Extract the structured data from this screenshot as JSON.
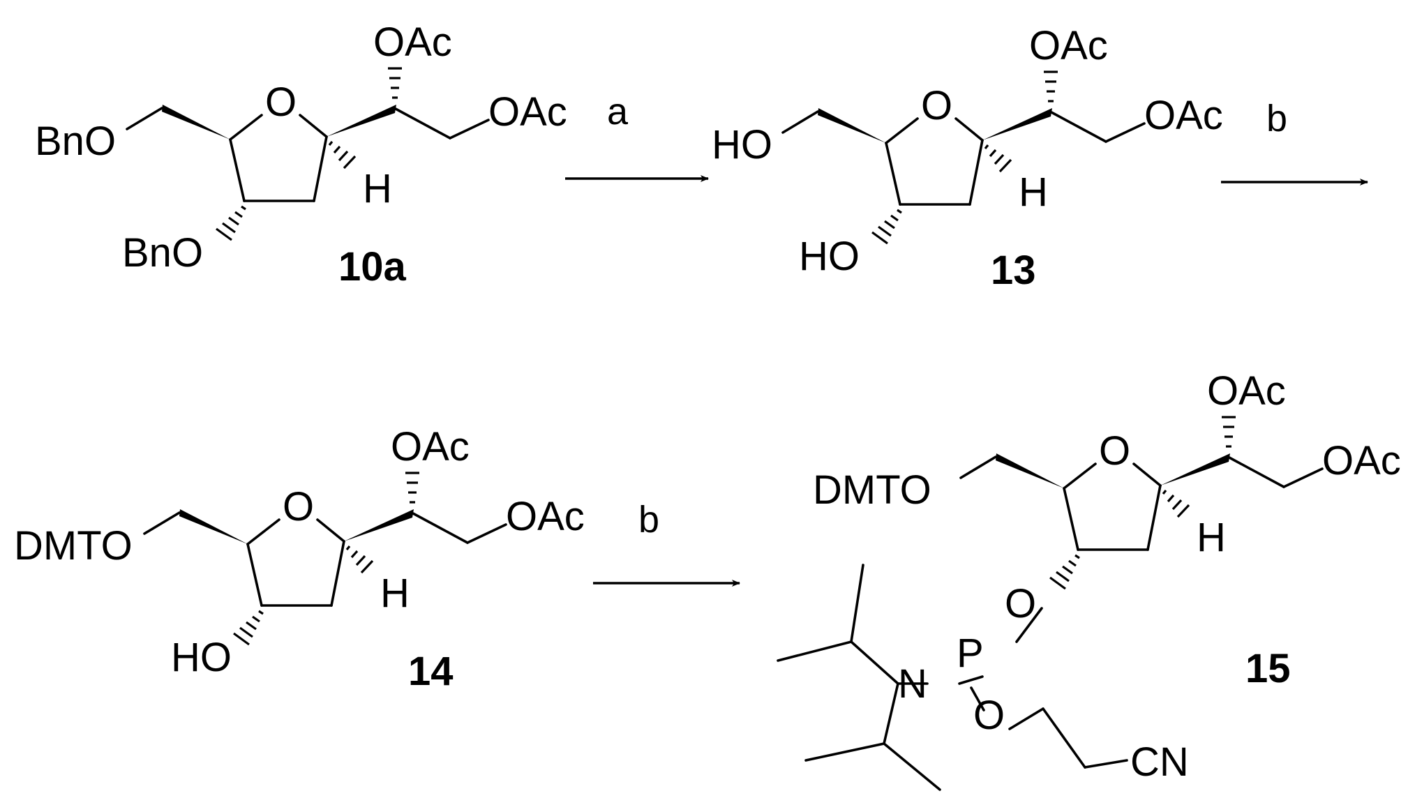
{
  "compounds": {
    "c10a": {
      "label": "10a",
      "substituents": {
        "top_oac": "OAc",
        "side_oac": "OAc",
        "ring_o": "O",
        "h": "H",
        "c5": "BnO",
        "c3": "BnO"
      }
    },
    "c13": {
      "label": "13",
      "substituents": {
        "top_oac": "OAc",
        "side_oac": "OAc",
        "ring_o": "O",
        "h": "H",
        "c5": "HO",
        "c3": "HO"
      }
    },
    "c14": {
      "label": "14",
      "substituents": {
        "top_oac": "OAc",
        "side_oac": "OAc",
        "ring_o": "O",
        "h": "H",
        "c5": "DMTO",
        "c3": "HO"
      }
    },
    "c15": {
      "label": "15",
      "substituents": {
        "top_oac": "OAc",
        "side_oac": "OAc",
        "ring_o": "O",
        "h": "H",
        "c5": "DMTO"
      },
      "phosphoramidite": {
        "o1": "O",
        "p": "P",
        "n": "N",
        "o2": "O",
        "cn": "CN"
      }
    }
  },
  "reactions": [
    {
      "reagent": "a"
    },
    {
      "reagent": "b"
    },
    {
      "reagent": "b"
    }
  ]
}
